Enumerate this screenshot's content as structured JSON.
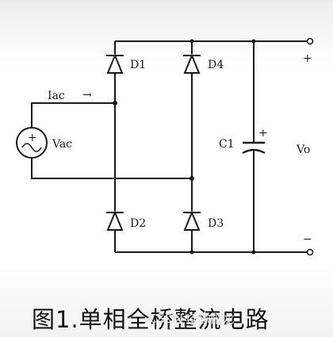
{
  "labels": {
    "d1": "D1",
    "d2": "D2",
    "d3": "D3",
    "d4": "D4",
    "iac": "Iac",
    "iac_arrow": "→",
    "vac": "Vac",
    "c1": "C1",
    "vo": "Vo",
    "plus": "+",
    "minus": "−",
    "cap_plus": "+"
  },
  "caption": "图1.单相全桥整流电路",
  "watermark": "CSDN @欧阳龙"
}
